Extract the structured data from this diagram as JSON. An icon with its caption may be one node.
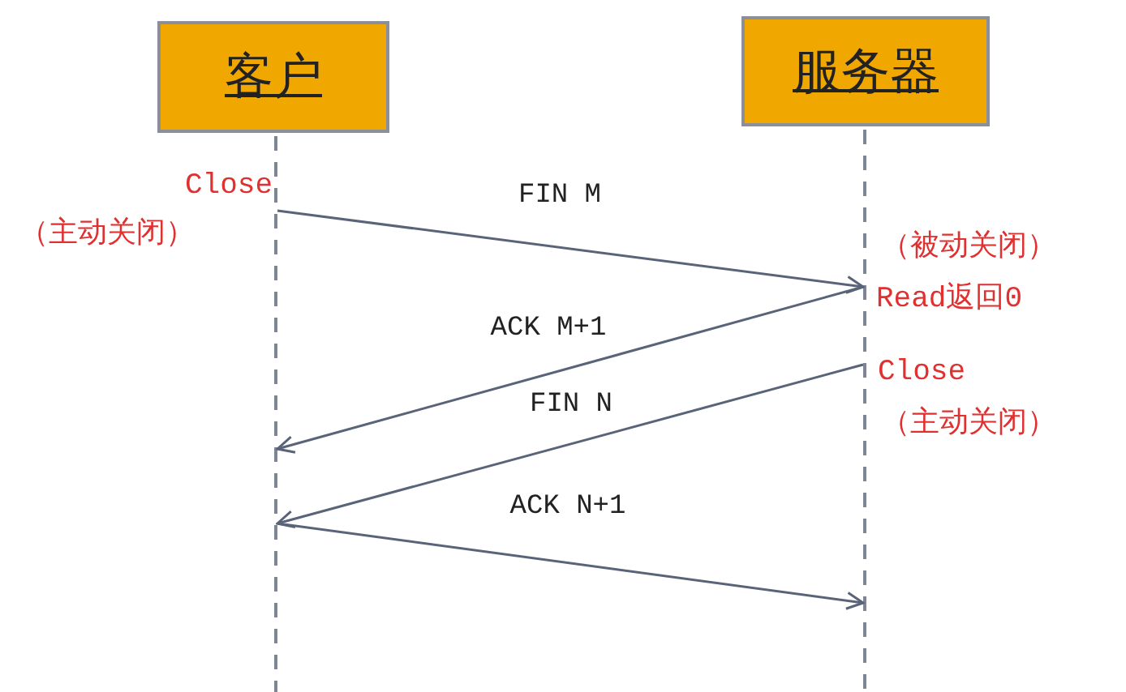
{
  "diagram": {
    "nodes": [
      {
        "text": [
          "客户"
        ]
      },
      {
        "text": [
          "服务器"
        ]
      },
      {
        "text": [],
        "shape": "line"
      },
      {
        "text": [],
        "shape": "line"
      }
    ],
    "edges": [
      {
        "from": 2,
        "to": 3,
        "arrow": "to",
        "label": "FIN M"
      },
      {
        "from": 3,
        "to": 2,
        "arrow": "to",
        "label": "ACK M+1"
      },
      {
        "from": 3,
        "to": 2,
        "arrow": "to",
        "label": "FIN N"
      },
      {
        "from": 2,
        "to": 3,
        "arrow": "to",
        "label": "ACK N+1"
      }
    ],
    "labels": [
      "Close",
      "（主动关闭）",
      "（被动关闭）",
      "Read返回0",
      "Close",
      "（主动关闭）"
    ]
  }
}
